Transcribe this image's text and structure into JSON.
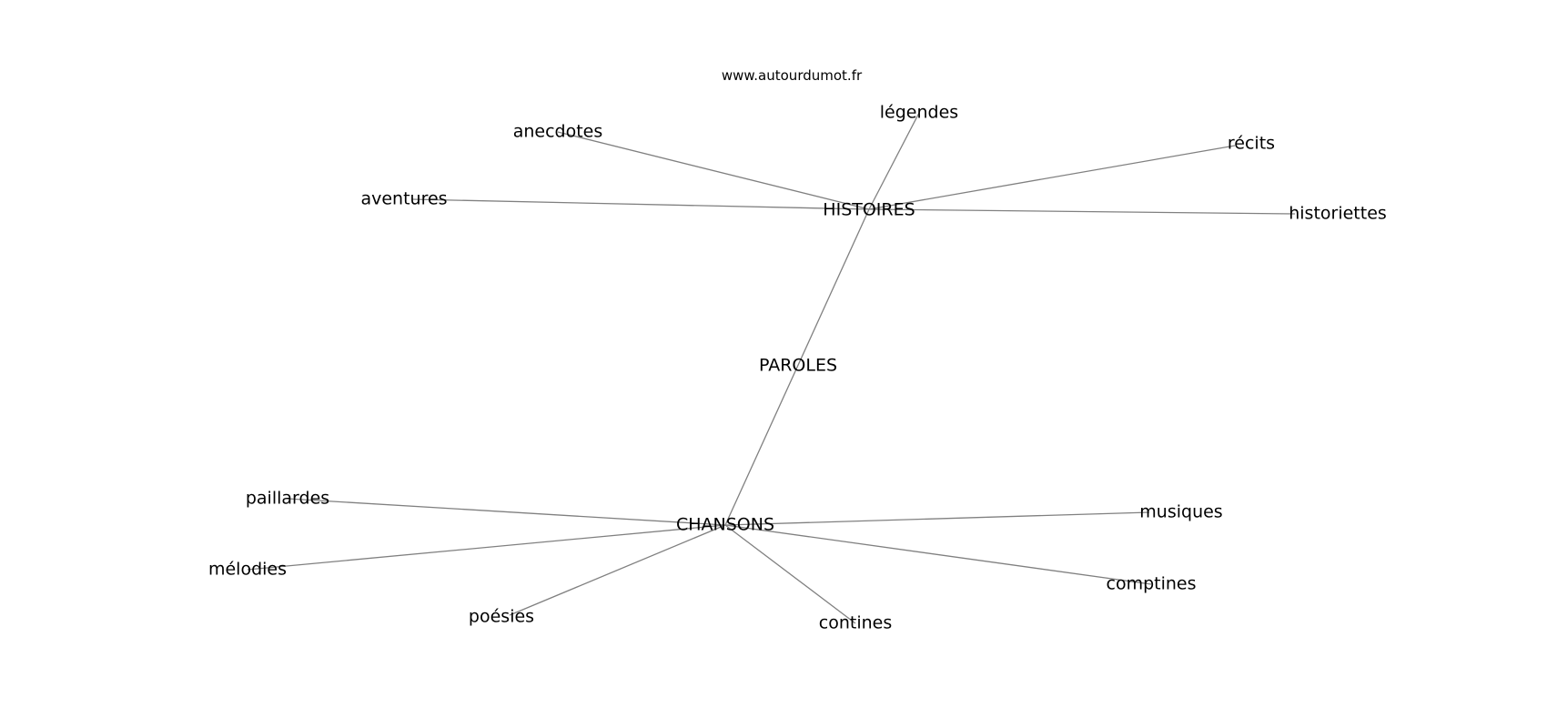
{
  "source": "www.autourdumot.fr",
  "colors": {
    "edge": "#808080",
    "text": "#000000",
    "background": "#ffffff"
  },
  "nodes": [
    {
      "id": "paroles",
      "label": "PAROLES"
    },
    {
      "id": "histoires",
      "label": "HISTOIRES"
    },
    {
      "id": "chansons",
      "label": "CHANSONS"
    },
    {
      "id": "legendes",
      "label": "légendes"
    },
    {
      "id": "anecdotes",
      "label": "anecdotes"
    },
    {
      "id": "recits",
      "label": "récits"
    },
    {
      "id": "aventures",
      "label": "aventures"
    },
    {
      "id": "historiettes",
      "label": "historiettes"
    },
    {
      "id": "paillardes",
      "label": "paillardes"
    },
    {
      "id": "musiques",
      "label": "musiques"
    },
    {
      "id": "melodies",
      "label": "mélodies"
    },
    {
      "id": "comptines",
      "label": "comptines"
    },
    {
      "id": "poesies",
      "label": "poésies"
    },
    {
      "id": "contines",
      "label": "contines"
    }
  ],
  "edges": [
    [
      "histoires",
      "chansons"
    ],
    [
      "histoires",
      "legendes"
    ],
    [
      "histoires",
      "anecdotes"
    ],
    [
      "histoires",
      "recits"
    ],
    [
      "histoires",
      "aventures"
    ],
    [
      "histoires",
      "historiettes"
    ],
    [
      "chansons",
      "paillardes"
    ],
    [
      "chansons",
      "musiques"
    ],
    [
      "chansons",
      "melodies"
    ],
    [
      "chansons",
      "comptines"
    ],
    [
      "chansons",
      "poesies"
    ],
    [
      "chansons",
      "contines"
    ]
  ]
}
